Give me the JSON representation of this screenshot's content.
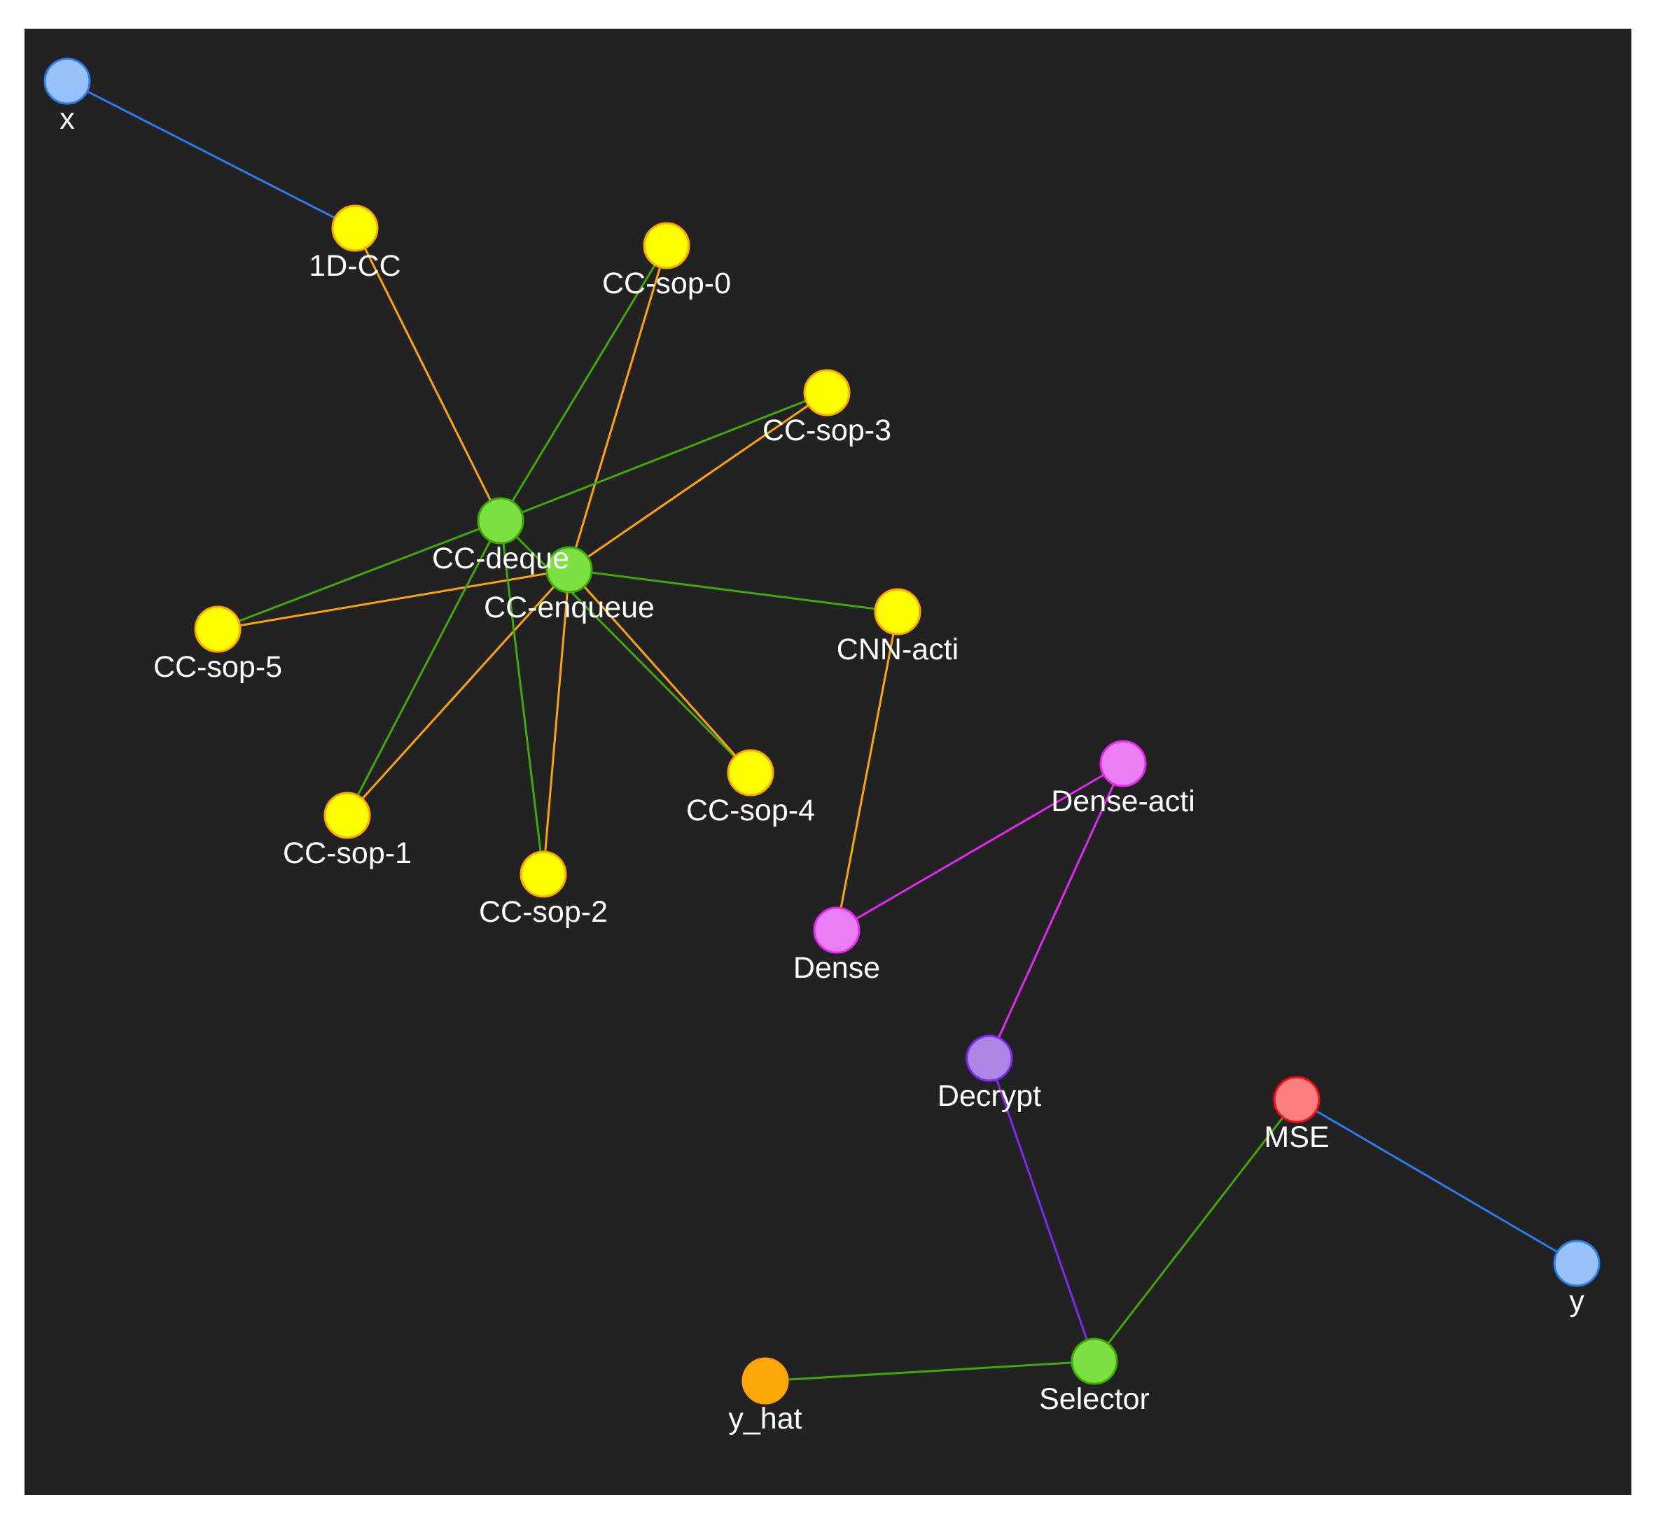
{
  "graph": {
    "nodes": [
      {
        "id": "x",
        "label": "x",
        "category": "io"
      },
      {
        "id": "1D-CC",
        "label": "1D-CC",
        "category": "op"
      },
      {
        "id": "CC-sop-0",
        "label": "CC-sop-0",
        "category": "op"
      },
      {
        "id": "CC-sop-3",
        "label": "CC-sop-3",
        "category": "op"
      },
      {
        "id": "CC-dequeue",
        "label": "CC-deque",
        "category": "queue"
      },
      {
        "id": "CC-enqueue",
        "label": "CC-enqueue",
        "category": "queue"
      },
      {
        "id": "CC-sop-5",
        "label": "CC-sop-5",
        "category": "op"
      },
      {
        "id": "CNN-acti",
        "label": "CNN-acti",
        "category": "op"
      },
      {
        "id": "CC-sop-1",
        "label": "CC-sop-1",
        "category": "op"
      },
      {
        "id": "CC-sop-2",
        "label": "CC-sop-2",
        "category": "op"
      },
      {
        "id": "CC-sop-4",
        "label": "CC-sop-4",
        "category": "op"
      },
      {
        "id": "Dense-acti",
        "label": "Dense-acti",
        "category": "dense"
      },
      {
        "id": "Dense",
        "label": "Dense",
        "category": "dense"
      },
      {
        "id": "Decrypt",
        "label": "Decrypt",
        "category": "decrypt"
      },
      {
        "id": "MSE",
        "label": "MSE",
        "category": "loss"
      },
      {
        "id": "y",
        "label": "y",
        "category": "io"
      },
      {
        "id": "Selector",
        "label": "Selector",
        "category": "queue"
      },
      {
        "id": "y_hat",
        "label": "y_hat",
        "category": "output"
      }
    ],
    "edges": [
      {
        "source": "x",
        "target": "1D-CC",
        "kind": "blue"
      },
      {
        "source": "1D-CC",
        "target": "CC-dequeue",
        "kind": "orange"
      },
      {
        "source": "CC-dequeue",
        "target": "CC-sop-0",
        "kind": "green"
      },
      {
        "source": "CC-enqueue",
        "target": "CC-sop-0",
        "kind": "orange"
      },
      {
        "source": "CC-dequeue",
        "target": "CC-sop-3",
        "kind": "green"
      },
      {
        "source": "CC-enqueue",
        "target": "CC-sop-3",
        "kind": "orange"
      },
      {
        "source": "CC-dequeue",
        "target": "CC-sop-5",
        "kind": "green"
      },
      {
        "source": "CC-enqueue",
        "target": "CC-sop-5",
        "kind": "orange"
      },
      {
        "source": "CC-dequeue",
        "target": "CC-sop-1",
        "kind": "green"
      },
      {
        "source": "CC-enqueue",
        "target": "CC-sop-1",
        "kind": "orange"
      },
      {
        "source": "CC-dequeue",
        "target": "CC-sop-2",
        "kind": "green"
      },
      {
        "source": "CC-enqueue",
        "target": "CC-sop-2",
        "kind": "orange"
      },
      {
        "source": "CC-dequeue",
        "target": "CC-sop-4",
        "kind": "green"
      },
      {
        "source": "CC-enqueue",
        "target": "CC-sop-4",
        "kind": "orange"
      },
      {
        "source": "CC-enqueue",
        "target": "CNN-acti",
        "kind": "green"
      },
      {
        "source": "CNN-acti",
        "target": "Dense",
        "kind": "orange"
      },
      {
        "source": "Dense",
        "target": "Dense-acti",
        "kind": "magenta"
      },
      {
        "source": "Dense-acti",
        "target": "Decrypt",
        "kind": "magenta"
      },
      {
        "source": "Decrypt",
        "target": "Selector",
        "kind": "purple"
      },
      {
        "source": "Selector",
        "target": "MSE",
        "kind": "green"
      },
      {
        "source": "MSE",
        "target": "y",
        "kind": "blue"
      },
      {
        "source": "y_hat",
        "target": "Selector",
        "kind": "green"
      }
    ]
  },
  "colors": {
    "background": "#222222",
    "node": {
      "io": {
        "fill": "#97c2fc",
        "stroke": "#2b7ce9"
      },
      "op": {
        "fill": "#ffff00",
        "stroke": "#ffa500"
      },
      "queue": {
        "fill": "#7be141",
        "stroke": "#41a906"
      },
      "dense": {
        "fill": "#eb7df4",
        "stroke": "#e129f0"
      },
      "decrypt": {
        "fill": "#ad85e4",
        "stroke": "#7c29f0"
      },
      "loss": {
        "fill": "#fb7e81",
        "stroke": "#fa0a10"
      },
      "output": {
        "fill": "#ffa807",
        "stroke": "#ffa500"
      }
    },
    "edge": {
      "blue": "#2b7ce9",
      "orange": "#ffa500",
      "green": "#41a906",
      "magenta": "#e129f0",
      "purple": "#7c29f0"
    },
    "label": "#ffffff"
  }
}
